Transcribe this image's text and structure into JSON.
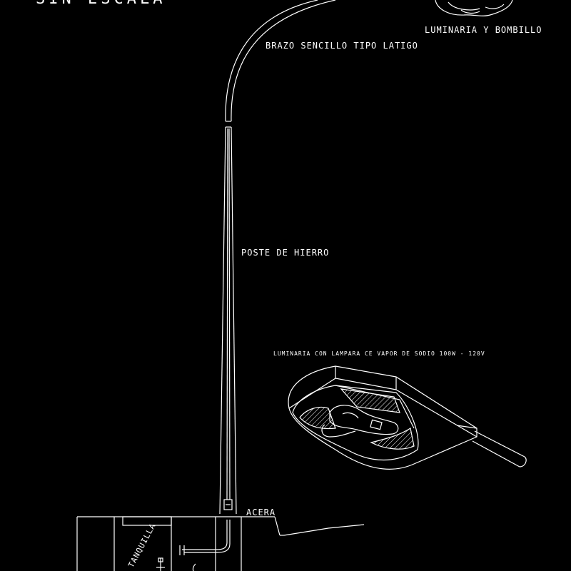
{
  "labels": {
    "title_partial": "SIN ESCALA",
    "luminaria_bombillo": "LUMINARIA Y BOMBILLO",
    "brazo": "BRAZO SENCILLO TIPO LATIGO",
    "poste": "POSTE DE HIERRO",
    "luminaria_detalle": "LUMINARIA CON LAMPARA CE VAPOR DE SODIO 100W - 120V",
    "acera": "ACERA",
    "tanquilla": "TANQUILLA"
  },
  "colors": {
    "background": "#000000",
    "lines": "#ffffff",
    "text": "#ffffff"
  }
}
